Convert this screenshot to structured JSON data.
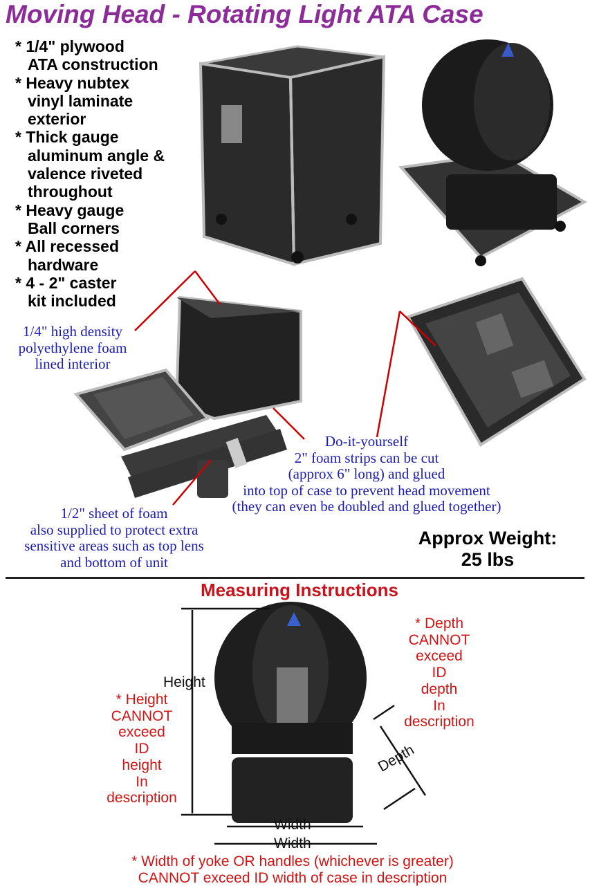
{
  "title": "Moving Head - Rotating Light ATA Case",
  "features": [
    "* 1/4\" plywood",
    "  ATA construction",
    "* Heavy nubtex",
    "  vinyl laminate",
    "  exterior",
    "* Thick gauge",
    "  aluminum angle &",
    "  valence riveted",
    "  throughout",
    "* Heavy gauge",
    "  Ball corners",
    "* All recessed",
    "  hardware",
    "* 4 - 2\" caster",
    "  kit included"
  ],
  "callouts": {
    "foam_lining": [
      "1/4\" high density",
      "polyethylene foam",
      "lined interior"
    ],
    "foam_strips": [
      "Do-it-yourself",
      "2\" foam strips can be cut",
      "(approx 6\" long) and glued",
      "into top of case to prevent head movement",
      "(they can even be doubled and glued together)"
    ],
    "foam_sheet": [
      "1/2\" sheet of foam",
      "also supplied to protect extra",
      "sensitive areas such as top lens",
      "and bottom of unit"
    ]
  },
  "weight": {
    "label": "Approx Weight:",
    "value": "25 lbs"
  },
  "measuring": {
    "heading": "Measuring Instructions",
    "depth_note": [
      "* Depth",
      "CANNOT",
      "exceed",
      "ID",
      "depth",
      "In",
      "description"
    ],
    "height_note": [
      "* Height",
      "CANNOT",
      "exceed",
      "ID",
      "height",
      "In",
      "description"
    ],
    "height_label": "Height",
    "depth_label": "Depth",
    "width_label_inner": "Width",
    "width_label_outer": "Width",
    "width_note": [
      "* Width of yoke OR handles (whichever is greater)",
      "CANNOT exceed ID width of case in description"
    ]
  },
  "colors": {
    "title": "#8b2c99",
    "callout": "#1c1cb0",
    "measure": "#d01414",
    "pointer": "#cc0000"
  }
}
